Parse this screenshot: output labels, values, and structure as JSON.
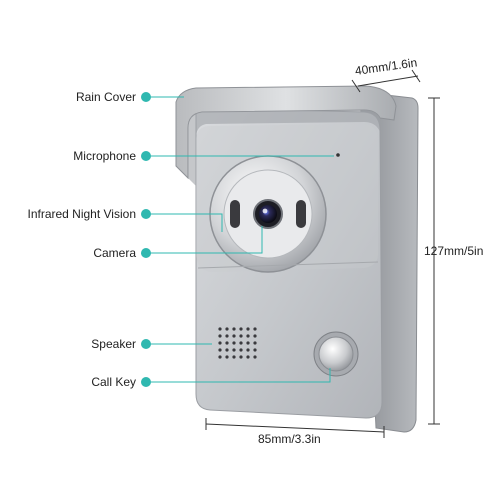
{
  "callouts": {
    "rain_cover": "Rain Cover",
    "microphone": "Microphone",
    "infrared_night_vision": "Infrared Night Vision",
    "camera": "Camera",
    "speaker": "Speaker",
    "call_key": "Call Key"
  },
  "dimensions": {
    "depth": "40mm/1.6in",
    "height": "127mm/5in",
    "width": "85mm/3.3in"
  },
  "colors": {
    "callout_dot": "#2fb8b0",
    "callout_line": "#2fb8b0",
    "dimension_line": "#333333"
  }
}
